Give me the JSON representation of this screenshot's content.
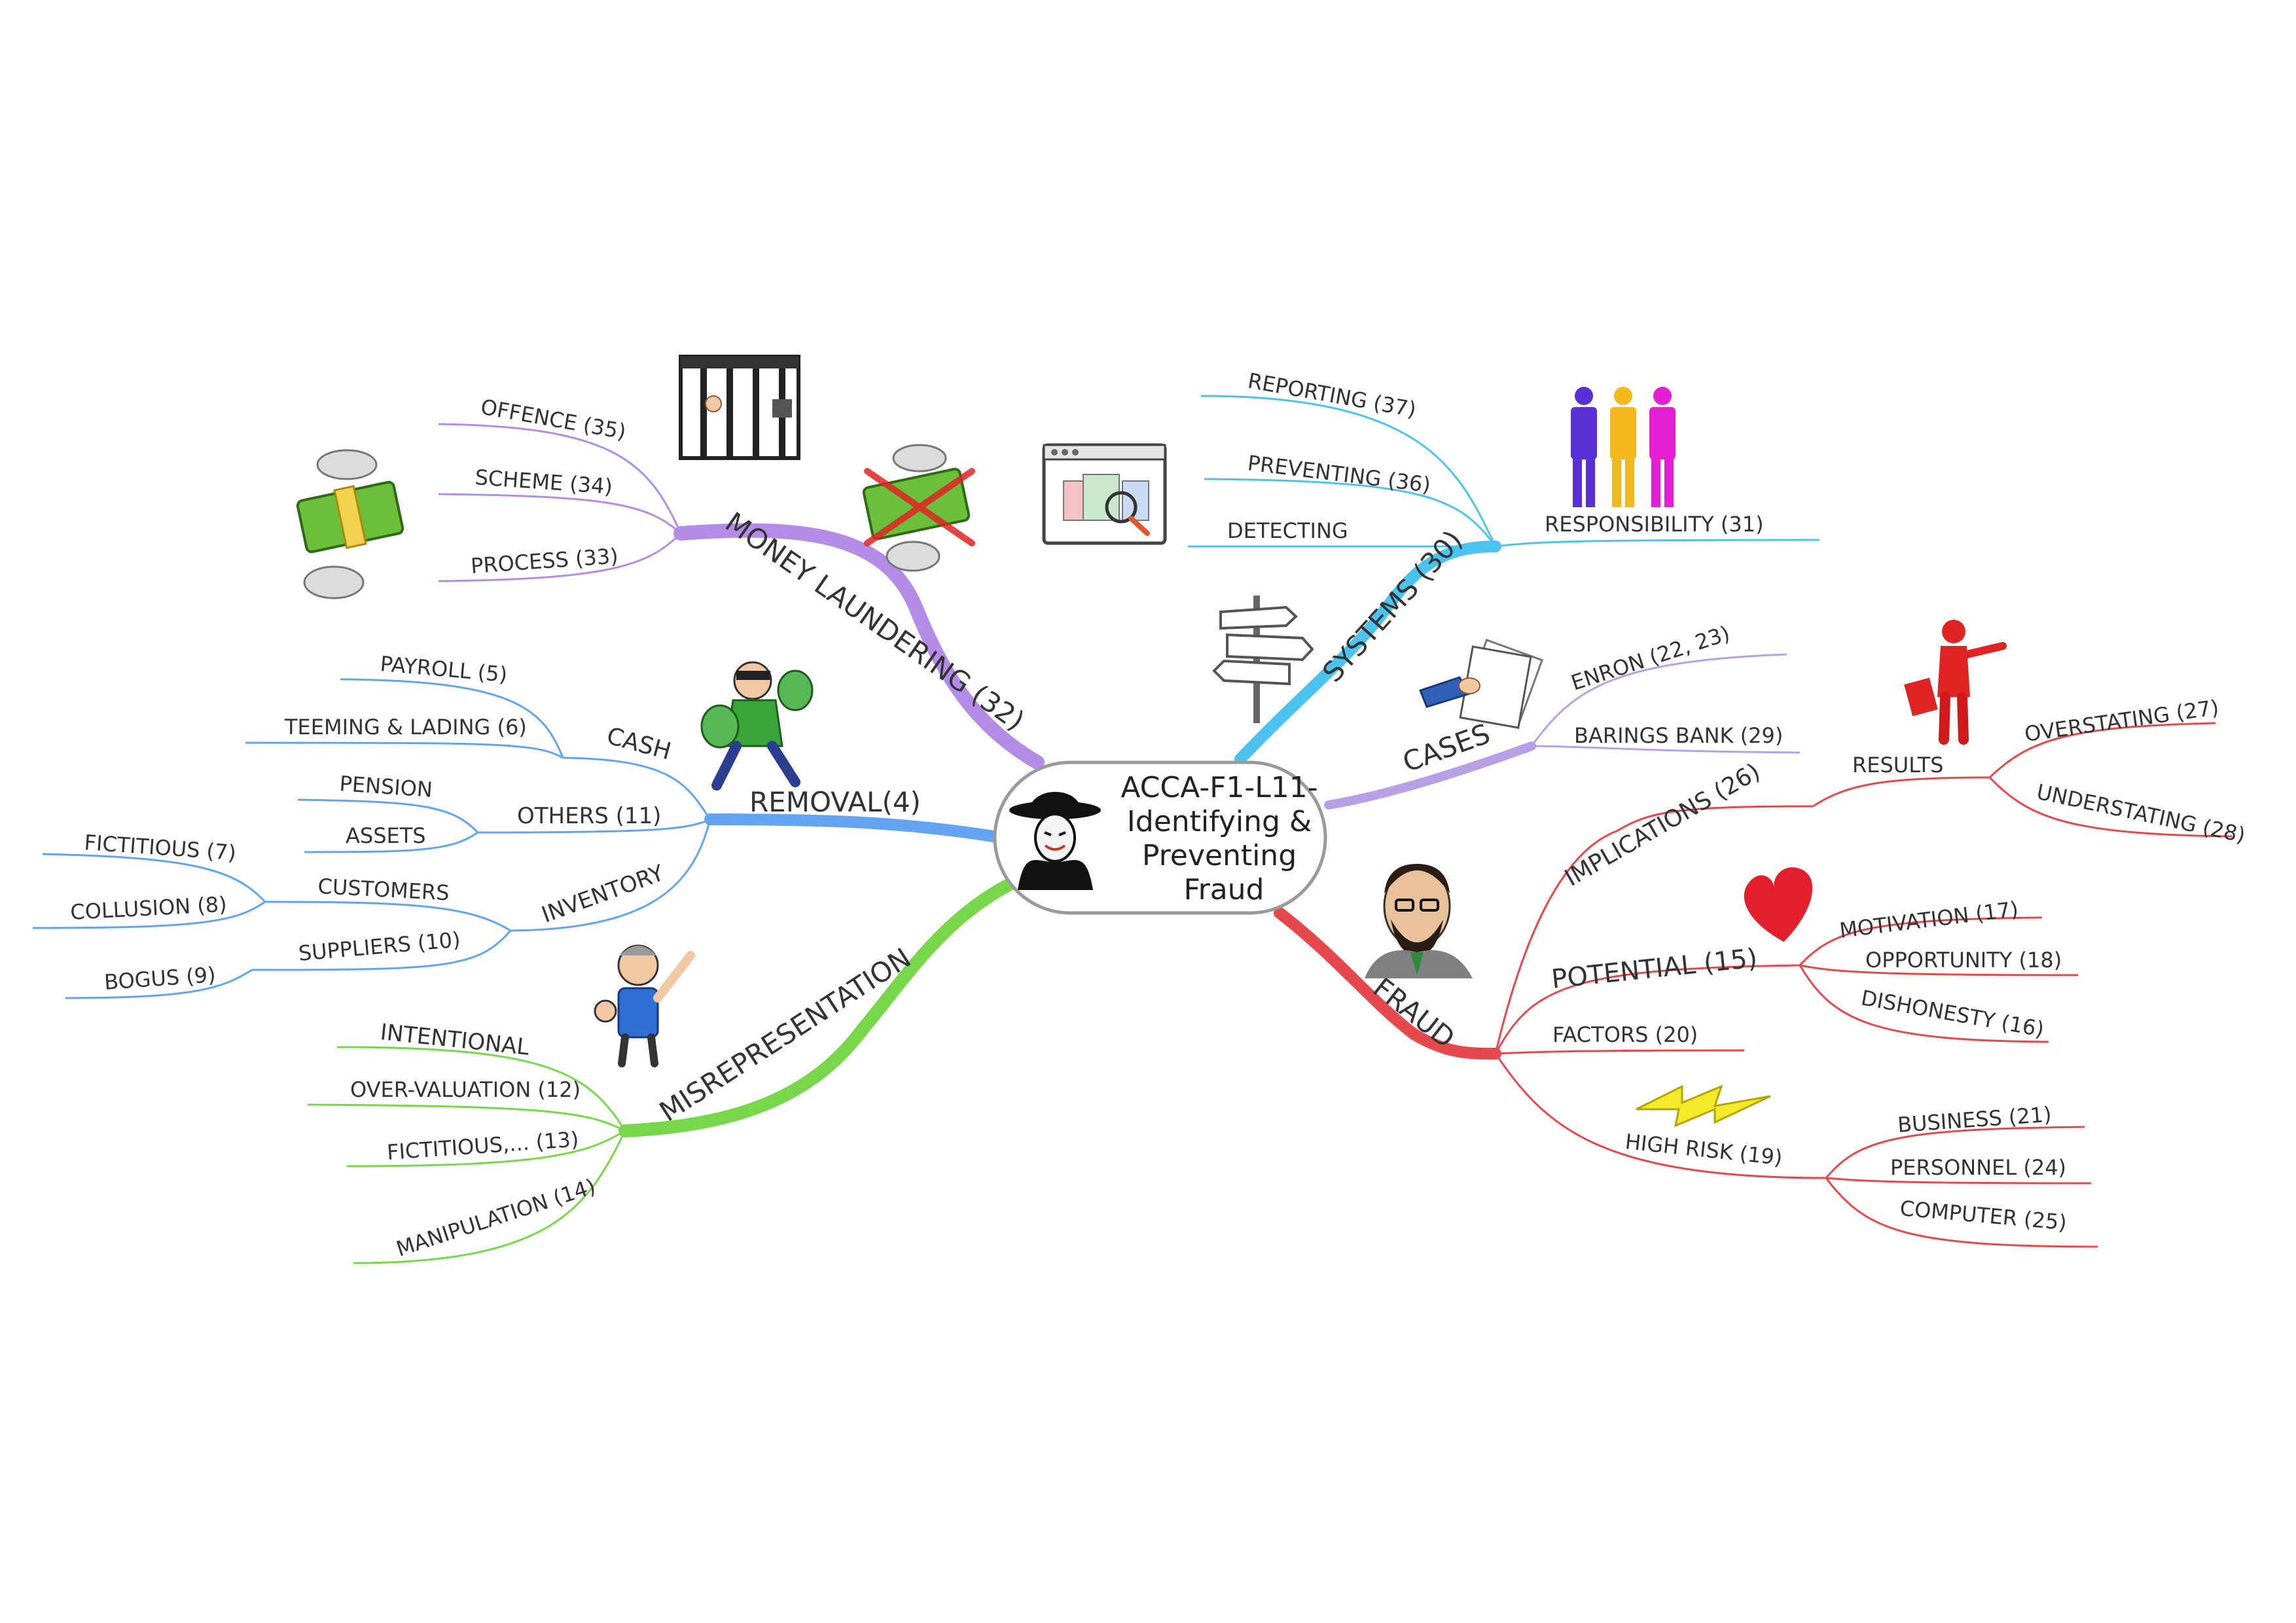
{
  "central": {
    "lines": [
      "ACCA-F1-L11-",
      "Identifying &",
      "Preventing",
      "Fraud"
    ]
  },
  "colors": {
    "money_laundering": "#b58be8",
    "systems": "#4cc3ef",
    "cases": "#b8a0e6",
    "fraud": "#e5484d",
    "misrepresentation": "#78d64b",
    "removal": "#63a4f2"
  },
  "icons": {
    "money_laundering": [
      "winged-money-icon",
      "jail-bars-icon",
      "crossed-winged-money-icon"
    ],
    "systems": [
      "magnifier-window-icon",
      "business-people-icon"
    ],
    "cases": [
      "direction-signpost-icon",
      "handing-document-icon"
    ],
    "fraud": [
      "red-businessman-icon",
      "red-heart-icon",
      "bearded-man-icon",
      "lightning-bolt-icon"
    ],
    "removal": [
      "thief-with-money-bags-icon"
    ],
    "misrepresentation": [
      "salesman-thumbs-up-icon"
    ],
    "central": [
      "masked-fraudster-icon"
    ]
  },
  "branches": {
    "money_laundering": {
      "label": "MONEY LAUNDERING (32)",
      "offence": "OFFENCE (35)",
      "scheme": "SCHEME (34)",
      "process": "PROCESS (33)"
    },
    "systems": {
      "label": "SYSTEMS (30)",
      "reporting": "REPORTING (37)",
      "preventing": "PREVENTING (36)",
      "detecting": "DETECTING",
      "responsibility": "RESPONSIBILITY (31)"
    },
    "cases": {
      "label": "CASES",
      "enron": "ENRON (22, 23)",
      "barings": "BARINGS BANK (29)"
    },
    "fraud": {
      "label": "FRAUD",
      "implications": "IMPLICATIONS (26)",
      "results": "RESULTS",
      "overstating": "OVERSTATING (27)",
      "understating": "UNDERSTATING (28)",
      "potential": "POTENTIAL (15)",
      "motivation": "MOTIVATION (17)",
      "opportunity": "OPPORTUNITY (18)",
      "dishonesty": "DISHONESTY (16)",
      "factors": "FACTORS (20)",
      "high_risk": "HIGH RISK (19)",
      "business": "BUSINESS (21)",
      "personnel": "PERSONNEL (24)",
      "computer": "COMPUTER (25)"
    },
    "removal": {
      "label": "REMOVAL(4)",
      "cash": "CASH",
      "payroll": "PAYROLL (5)",
      "teeming": "TEEMING & LADING (6)",
      "others": "OTHERS (11)",
      "pension": "PENSION",
      "assets": "ASSETS",
      "inventory": "INVENTORY",
      "customers": "CUSTOMERS",
      "fictitious": "FICTITIOUS (7)",
      "collusion": "COLLUSION (8)",
      "suppliers": "SUPPLIERS (10)",
      "bogus": "BOGUS (9)"
    },
    "misrepresentation": {
      "label": "MISREPRESENTATION",
      "intentional": "INTENTIONAL",
      "overvaluation": "OVER-VALUATION (12)",
      "fictitious": "FICTITIOUS,... (13)",
      "manipulation": "MANIPULATION (14)"
    }
  }
}
